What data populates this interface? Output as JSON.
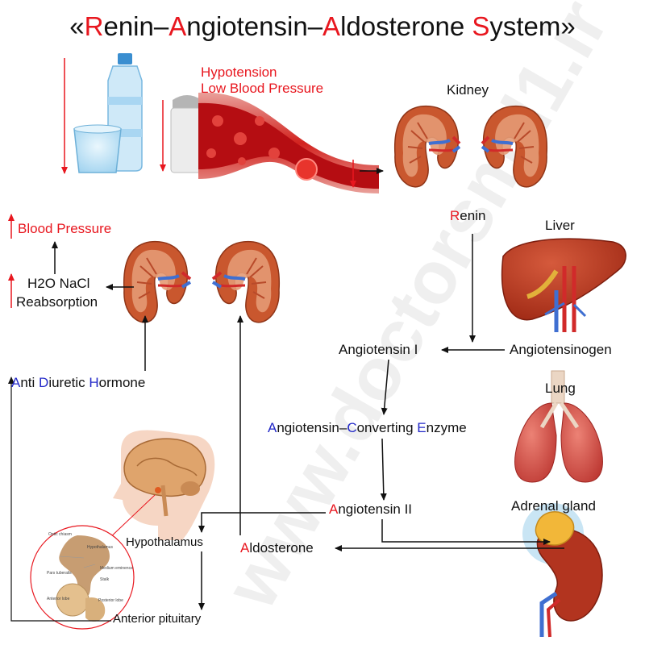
{
  "title": {
    "open_quote": "«",
    "w1_cap": "R",
    "w1_rest": "enin",
    "dash1": "–",
    "w2_cap": "A",
    "w2_rest": "ngiotensin",
    "dash2": "–",
    "w3_cap": "A",
    "w3_rest": "ldosterone",
    "space": " ",
    "w4_cap": "S",
    "w4_rest": "ystem",
    "close_quote": "»"
  },
  "watermark": "www.doctorsmd1.ir",
  "labels": {
    "hypotension": "Hypotension",
    "low_bp": "Low Blood Pressure",
    "kidney": "Kidney",
    "renin_cap": "R",
    "renin_rest": "enin",
    "liver": "Liver",
    "blood_pressure": "Blood Pressure",
    "h2o_nacl": "H2O NaCl",
    "reabsorption": "Reabsorption",
    "angiotensin_i": "Angiotensin I",
    "angiotensinogen": "Angiotensinogen",
    "adh": {
      "a": "A",
      "a_rest": "nti ",
      "d": "D",
      "d_rest": "iuretic ",
      "h": "H",
      "h_rest": "ormone"
    },
    "lung": "Lung",
    "ace": {
      "a": "A",
      "a_rest": "ngiotensin–",
      "c": "C",
      "c_rest": "onverting ",
      "e": "E",
      "e_rest": "nzyme"
    },
    "angiotensin_ii_cap": "A",
    "angiotensin_ii_rest": "ngiotensin II",
    "adrenal_gland": "Adrenal gland",
    "hypothalamus": "Hypothalamus",
    "aldosterone_cap": "A",
    "aldosterone_rest": "ldosterone",
    "anterior_pituitary": "Anterior pituitary"
  },
  "inset_labels": {
    "optic_chiasm": "Optic chiasm",
    "hypothalamus": "Hypothalamus",
    "median_eminence": "Medium eminence",
    "pars_tuberalis": "Pars tuberalis",
    "stalk": "Stalk",
    "anterior_lobe": "Anterior lobe",
    "posterior_lobe": "Posterior lobe"
  },
  "colors": {
    "accent_red": "#e8171f",
    "accent_blue": "#2329c8",
    "arrow": "#111111",
    "kidney": "#c9572e",
    "liver": "#b8361e",
    "lung": "#c4463e",
    "blood": "#b50d12"
  },
  "icons": [
    "water-bottle-icon",
    "water-glass-icon",
    "salt-shaker-icon",
    "blood-vessel-icon",
    "kidney-pair-icon",
    "liver-icon",
    "lung-icon",
    "adrenal-kidney-icon",
    "head-brain-icon",
    "pituitary-inset-icon"
  ]
}
